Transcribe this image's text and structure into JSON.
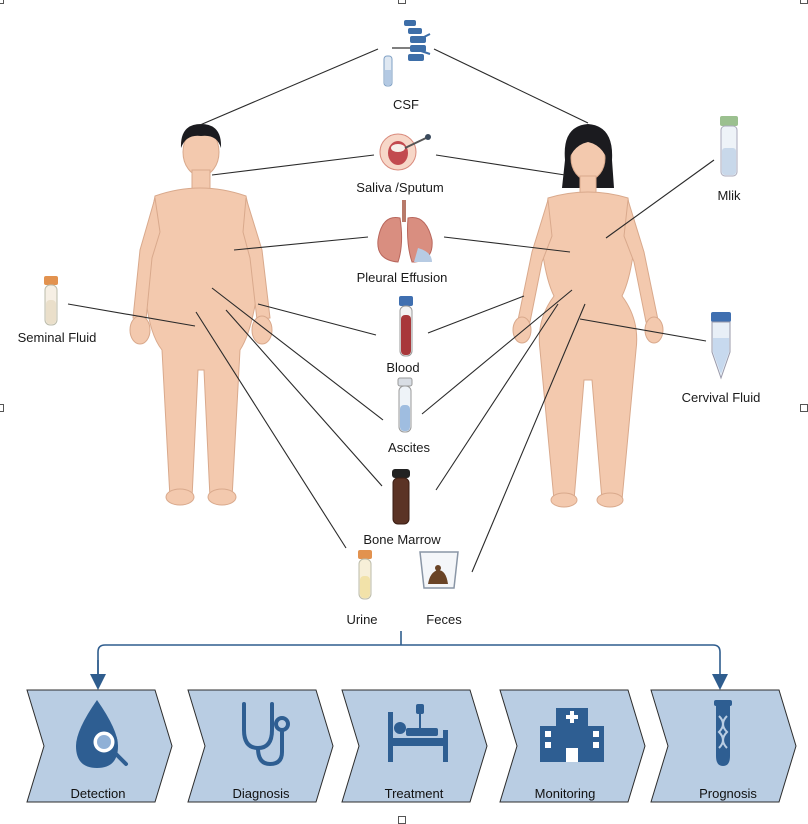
{
  "samples": {
    "csf": "CSF",
    "saliva": "Saliva /Sputum",
    "pleural": "Pleural Effusion",
    "blood": "Blood",
    "ascites": "Ascites",
    "bone_marrow": "Bone Marrow",
    "urine": "Urine",
    "feces": "Feces",
    "seminal": "Seminal Fluid",
    "milk": "Mlik",
    "cervical": "Cervival Fluid"
  },
  "stages": [
    "Detection",
    "Diagnosis",
    "Treatment",
    "Monitoring",
    "Prognosis"
  ],
  "colors": {
    "skin": "#f3c9ae",
    "skin_shadow": "#e7b296",
    "hair": "#1b1b1f",
    "line": "#2a2a2a",
    "arrow": "#2f5d8e",
    "chevron_fill": "#b9cde3",
    "chevron_stroke": "#2c2c2c",
    "icon_blue": "#2e5e92",
    "blood": "#a8373a",
    "marrow": "#5b3325"
  },
  "icons": {
    "detection": "droplet-magnifier-icon",
    "diagnosis": "stethoscope-icon",
    "treatment": "hospital-bed-icon",
    "monitoring": "hospital-building-icon",
    "prognosis": "dna-test-tube-icon"
  }
}
